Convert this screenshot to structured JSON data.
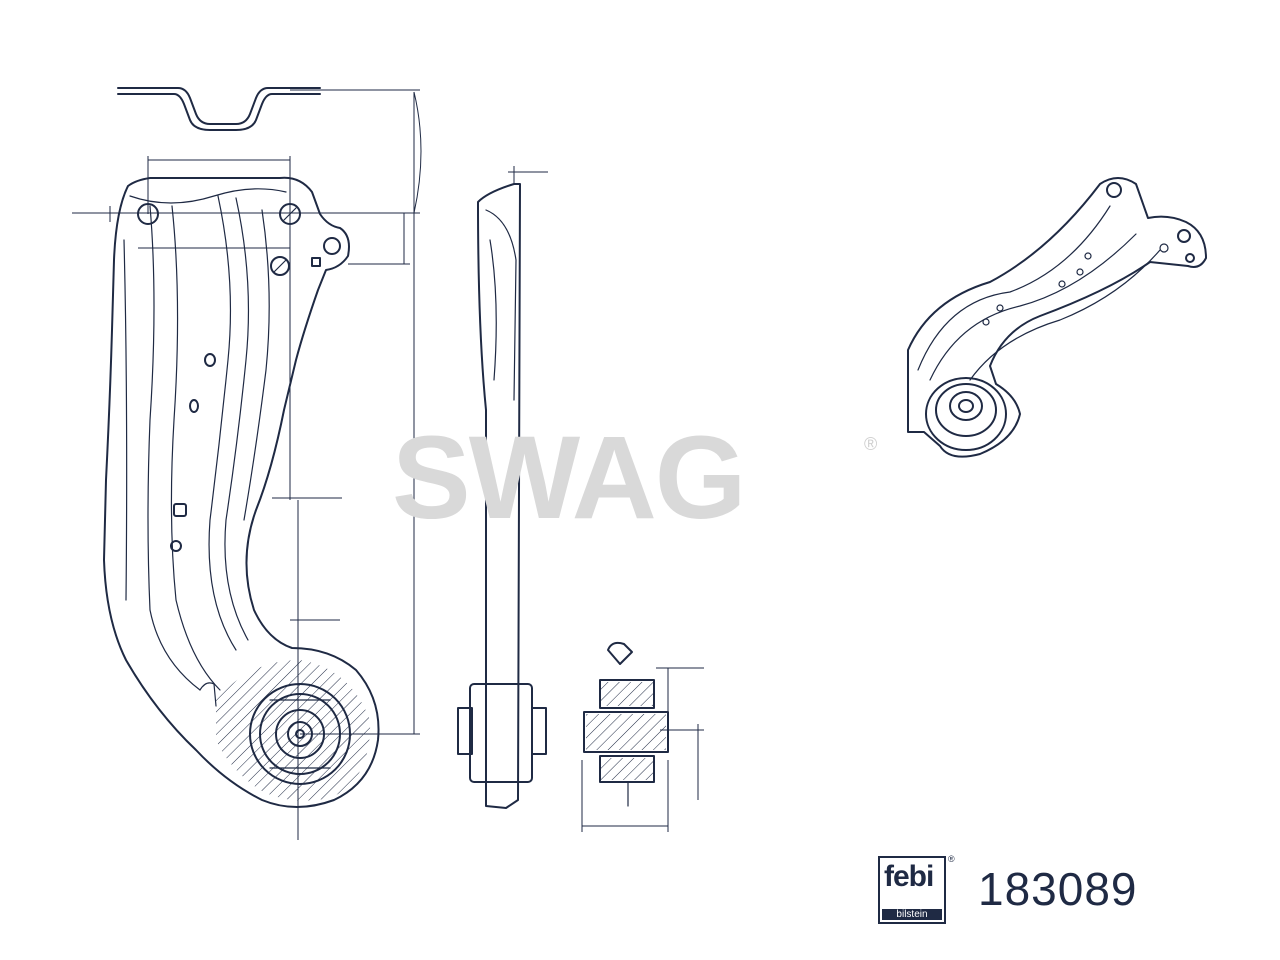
{
  "watermark": {
    "text": "SWAG",
    "registered": "®"
  },
  "brand": {
    "logo_text": "febi",
    "logo_subtext": "bilstein",
    "logo_registered": "®"
  },
  "part_number": "183089"
}
